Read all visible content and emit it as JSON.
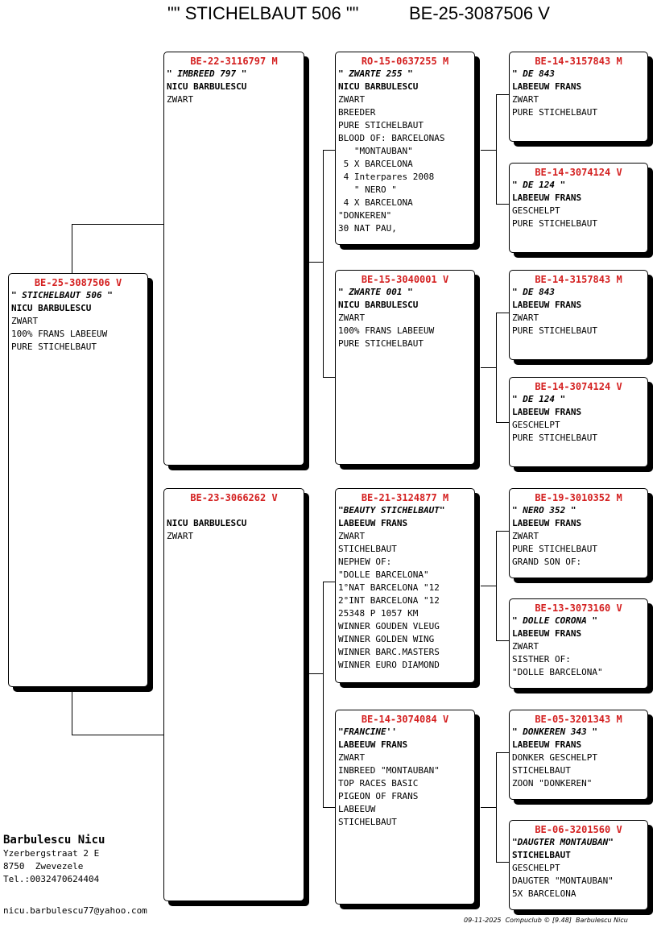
{
  "header": {
    "name": "\"\" STICHELBAUT 506 \"\"",
    "ring": "BE-25-3087506 V"
  },
  "pigeons": [
    {
      "ring": "BE-25-3087506 V",
      "lines": [
        {
          "t": "\" STICHELBAUT 506 \"",
          "s": "name"
        },
        {
          "t": "NICU BARBULESCU",
          "s": "owner"
        },
        {
          "t": "ZWART"
        },
        {
          "t": "100% FRANS LABEEUW"
        },
        {
          "t": "PURE STICHELBAUT"
        }
      ]
    },
    {
      "ring": "BE-22-3116797 M",
      "lines": [
        {
          "t": "\" IMBREED 797 \"",
          "s": "name"
        },
        {
          "t": "NICU BARBULESCU",
          "s": "owner"
        },
        {
          "t": "ZWART"
        }
      ]
    },
    {
      "ring": "BE-23-3066262 V",
      "lines": [
        {
          "t": ""
        },
        {
          "t": "NICU BARBULESCU",
          "s": "owner"
        },
        {
          "t": "ZWART"
        }
      ]
    },
    {
      "ring": "RO-15-0637255 M",
      "lines": [
        {
          "t": "\" ZWARTE 255 \"",
          "s": "name"
        },
        {
          "t": "NICU BARBULESCU",
          "s": "owner"
        },
        {
          "t": "ZWART"
        },
        {
          "t": "BREEDER"
        },
        {
          "t": "PURE STICHELBAUT"
        },
        {
          "t": "BLOOD OF: BARCELONAS"
        },
        {
          "t": "   \"MONTAUBAN\""
        },
        {
          "t": " 5 X BARCELONA"
        },
        {
          "t": " 4 Interpares 2008"
        },
        {
          "t": "   \" NERO \""
        },
        {
          "t": " 4 X BARCELONA"
        },
        {
          "t": "\"DONKEREN\""
        },
        {
          "t": "30 NAT PAU,"
        }
      ]
    },
    {
      "ring": "BE-15-3040001 V",
      "lines": [
        {
          "t": "\" ZWARTE 001 \"",
          "s": "name"
        },
        {
          "t": "NICU BARBULESCU",
          "s": "owner"
        },
        {
          "t": "ZWART"
        },
        {
          "t": "100% FRANS LABEEUW"
        },
        {
          "t": "PURE STICHELBAUT"
        }
      ]
    },
    {
      "ring": "BE-21-3124877 M",
      "lines": [
        {
          "t": "\"BEAUTY STICHELBAUT\"",
          "s": "name"
        },
        {
          "t": "LABEEUW FRANS",
          "s": "owner"
        },
        {
          "t": "ZWART"
        },
        {
          "t": "STICHELBAUT"
        },
        {
          "t": "NEPHEW OF:"
        },
        {
          "t": "\"DOLLE BARCELONA\""
        },
        {
          "t": "1°NAT BARCELONA \"12"
        },
        {
          "t": "2°INT BARCELONA \"12"
        },
        {
          "t": "25348 P 1057 KM"
        },
        {
          "t": "WINNER GOUDEN VLEUG"
        },
        {
          "t": "WINNER GOLDEN WING"
        },
        {
          "t": "WINNER BARC.MASTERS"
        },
        {
          "t": "WINNER EURO DIAMOND"
        }
      ]
    },
    {
      "ring": "BE-14-3074084 V",
      "lines": [
        {
          "t": "\"FRANCINE''",
          "s": "name"
        },
        {
          "t": "LABEEUW FRANS",
          "s": "owner"
        },
        {
          "t": "ZWART"
        },
        {
          "t": "INBREED \"MONTAUBAN\""
        },
        {
          "t": "TOP RACES BASIC"
        },
        {
          "t": "PIGEON OF FRANS"
        },
        {
          "t": "LABEEUW"
        },
        {
          "t": "STICHELBAUT"
        }
      ]
    },
    {
      "ring": "BE-14-3157843 M",
      "lines": [
        {
          "t": "\" DE 843",
          "s": "name"
        },
        {
          "t": "LABEEUW FRANS",
          "s": "owner"
        },
        {
          "t": "ZWART"
        },
        {
          "t": "PURE STICHELBAUT"
        }
      ]
    },
    {
      "ring": "BE-14-3074124 V",
      "lines": [
        {
          "t": "\" DE 124 \"",
          "s": "name"
        },
        {
          "t": "LABEEUW FRANS",
          "s": "owner"
        },
        {
          "t": "GESCHELPT"
        },
        {
          "t": "PURE STICHELBAUT"
        }
      ]
    },
    {
      "ring": "BE-14-3157843 M",
      "lines": [
        {
          "t": "\" DE 843",
          "s": "name"
        },
        {
          "t": "LABEEUW FRANS",
          "s": "owner"
        },
        {
          "t": "ZWART"
        },
        {
          "t": "PURE STICHELBAUT"
        }
      ]
    },
    {
      "ring": "BE-14-3074124 V",
      "lines": [
        {
          "t": "\" DE 124 \"",
          "s": "name"
        },
        {
          "t": "LABEEUW FRANS",
          "s": "owner"
        },
        {
          "t": "GESCHELPT"
        },
        {
          "t": "PURE STICHELBAUT"
        }
      ]
    },
    {
      "ring": "BE-19-3010352 M",
      "lines": [
        {
          "t": "\" NERO 352 \"",
          "s": "name"
        },
        {
          "t": "LABEEUW FRANS",
          "s": "owner"
        },
        {
          "t": "ZWART"
        },
        {
          "t": "PURE STICHELBAUT"
        },
        {
          "t": "GRAND SON OF:"
        }
      ]
    },
    {
      "ring": "BE-13-3073160 V",
      "lines": [
        {
          "t": "\" DOLLE CORONA \"",
          "s": "name"
        },
        {
          "t": "LABEEUW FRANS",
          "s": "owner"
        },
        {
          "t": "ZWART"
        },
        {
          "t": "SISTHER OF:"
        },
        {
          "t": "\"DOLLE BARCELONA\""
        }
      ]
    },
    {
      "ring": "BE-05-3201343 M",
      "lines": [
        {
          "t": "\" DONKEREN 343 \"",
          "s": "name"
        },
        {
          "t": "LABEEUW FRANS",
          "s": "owner"
        },
        {
          "t": "DONKER GESCHELPT"
        },
        {
          "t": "STICHELBAUT"
        },
        {
          "t": "ZOON \"DONKEREN\""
        }
      ]
    },
    {
      "ring": "BE-06-3201560 V",
      "lines": [
        {
          "t": "\"DAUGTER MONTAUBAN\"",
          "s": "name"
        },
        {
          "t": "STICHELBAUT",
          "s": "owner"
        },
        {
          "t": "GESCHELPT"
        },
        {
          "t": "DAUGTER \"MONTAUBAN\""
        },
        {
          "t": "5X BARCELONA"
        }
      ]
    }
  ],
  "owner": {
    "name": "Barbulescu Nicu",
    "street": "Yzerbergstraat 2 E",
    "city": "8750  Zwevezele",
    "tel": "Tel.:0032470624404",
    "email": "nicu.barbulescu77@yahoo.com"
  },
  "footer": {
    "date": "09-11-2025",
    "software": "Compuclub © [9.48]  Barbulescu Nicu"
  },
  "colors": {
    "ring": "#d42020",
    "border": "#000000"
  }
}
